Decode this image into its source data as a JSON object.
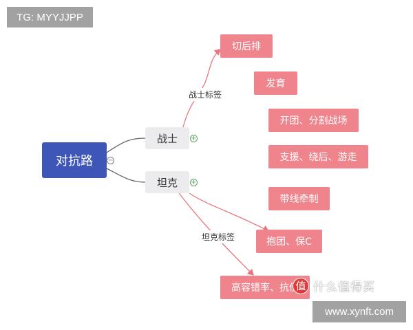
{
  "badge": "TG: MYYJJPP",
  "root": {
    "label": "对抗路",
    "toggle": "−"
  },
  "branches": [
    {
      "label": "战士",
      "toggle": "+",
      "relation_label": "战士标签"
    },
    {
      "label": "坦克",
      "toggle": "+",
      "relation_label": "坦克标签"
    }
  ],
  "tags": [
    "切后排",
    "发育",
    "开团、分割战场",
    "支援、绕后、游走",
    "带线牵制",
    "抱团、保C",
    "高容错率、抗伤"
  ],
  "watermark": {
    "logo_glyph": "值",
    "text": "什么值得买",
    "url": "www.xynft.com"
  },
  "colors": {
    "root": "#3d56b7",
    "branch": "#ececef",
    "tag": "#f0848c",
    "relation": "#e8767e",
    "connector": "#666666",
    "toggle_open": "#5aa35a"
  }
}
